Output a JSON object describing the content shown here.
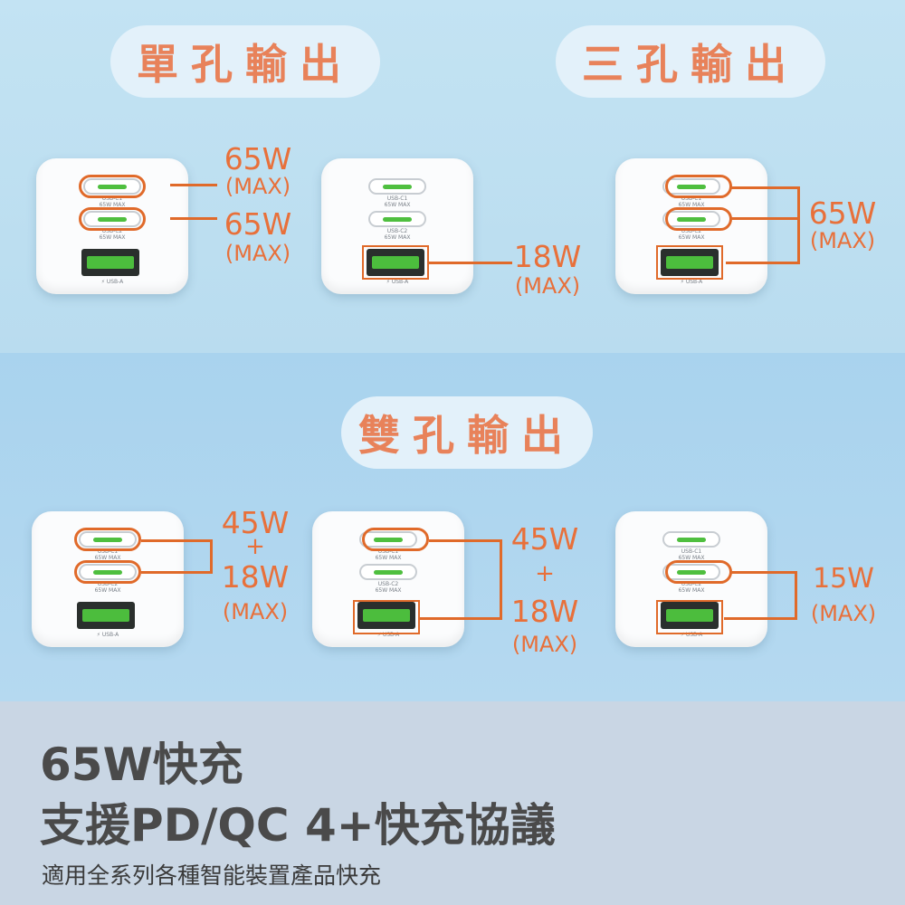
{
  "headings": {
    "single": "單孔輸出",
    "triple": "三孔輸出",
    "dual": "雙孔輸出"
  },
  "ports": {
    "c1": "USB-C1",
    "c2": "USB-C2",
    "max": "65W MAX",
    "a": "USB-A"
  },
  "single_row": {
    "a1_watt": "65W",
    "a1_max": "(MAX)",
    "a2_watt": "65W",
    "a2_max": "(MAX)",
    "b_watt": "18W",
    "b_max": "(MAX)",
    "c_watt": "65W",
    "c_max": "(MAX)"
  },
  "dual_row": {
    "d_line1": "45W",
    "d_plus": "+",
    "d_line2": "18W",
    "d_max": "(MAX)",
    "e_line1": "45W",
    "e_plus": "+",
    "e_line2": "18W",
    "e_max": "(MAX)",
    "f_watt": "15W",
    "f_max": "(MAX)"
  },
  "footer": {
    "title1": "65W快充",
    "title2": "支援PD/QC 4+快充協議",
    "subtitle": "適用全系列各種智能裝置產品快充"
  },
  "colors": {
    "accent": "#e8703a",
    "highlight": "#e06a2a",
    "top_bg": "#c3e3f3",
    "mid_bg": "#a9d3ee",
    "bottom_bg": "#c9d6e4",
    "pill_bg": "#e3f1fa"
  }
}
